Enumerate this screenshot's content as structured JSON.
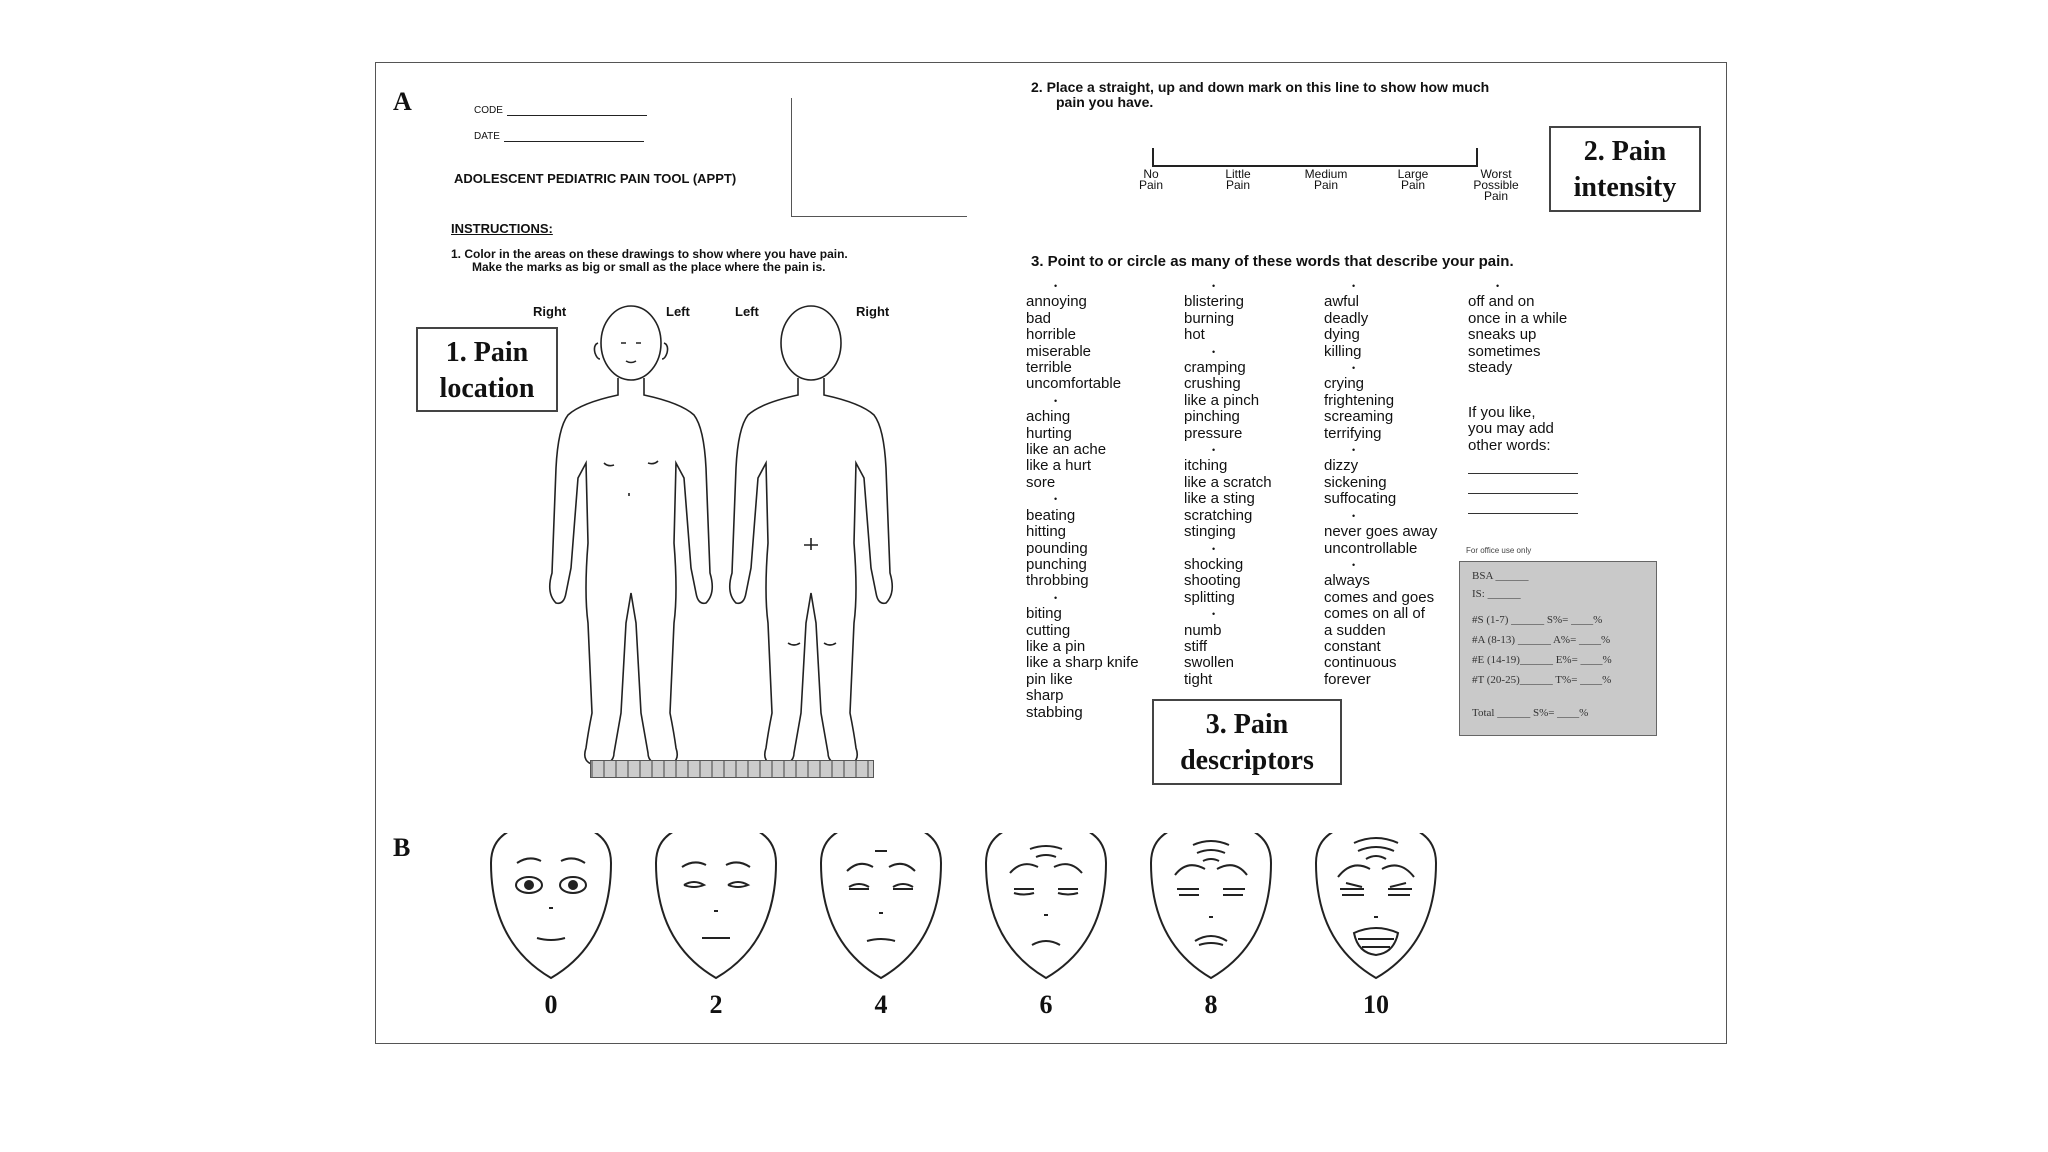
{
  "panel_a": {
    "label": "A",
    "code_label": "CODE",
    "date_label": "DATE",
    "title": "ADOLESCENT PEDIATRIC PAIN TOOL (APPT)",
    "instructions_heading": "INSTRUCTIONS:",
    "instruction_1_line1": "1.  Color in the areas on these drawings to show where you have pain.",
    "instruction_1_line2": "Make the marks as big or small as the place where the pain is.",
    "front_right": "Right",
    "front_left": "Left",
    "back_left": "Left",
    "back_right": "Right",
    "box_pain_location_line1": "1. Pain",
    "box_pain_location_line2": "location"
  },
  "intensity": {
    "q2_line1": "2.  Place a straight, up and down mark on this line to show how much",
    "q2_line2": "pain you have.",
    "labels": [
      [
        "No",
        "Pain"
      ],
      [
        "Little",
        "Pain"
      ],
      [
        "Medium",
        "Pain"
      ],
      [
        "Large",
        "Pain"
      ],
      [
        "Worst",
        "Possible",
        "Pain"
      ]
    ],
    "box_line1": "2. Pain",
    "box_line2": "intensity"
  },
  "descriptors": {
    "q3": "3.  Point to or circle as many of these words that describe your pain.",
    "col1": [
      "•",
      "annoying",
      "bad",
      "horrible",
      "miserable",
      "terrible",
      "uncomfortable",
      "•",
      "aching",
      "hurting",
      "like an ache",
      "like a hurt",
      "sore",
      "•",
      "beating",
      "hitting",
      "pounding",
      "punching",
      "throbbing",
      "•",
      "biting",
      "cutting",
      "like a pin",
      "like a sharp knife",
      "pin like",
      "sharp",
      "stabbing"
    ],
    "col2": [
      "•",
      "blistering",
      "burning",
      "hot",
      "•",
      "cramping",
      "crushing",
      "like a pinch",
      "pinching",
      "pressure",
      "•",
      "itching",
      "like a scratch",
      "like a sting",
      "scratching",
      "stinging",
      "•",
      "shocking",
      "shooting",
      "splitting",
      "•",
      "numb",
      "stiff",
      "swollen",
      "tight"
    ],
    "col3": [
      "•",
      "awful",
      "deadly",
      "dying",
      "killing",
      "•",
      "crying",
      "frightening",
      "screaming",
      "terrifying",
      "•",
      "dizzy",
      "sickening",
      "suffocating",
      "•",
      "never goes away",
      "uncontrollable",
      "•",
      "always",
      "comes and goes",
      "comes on all of",
      "  a sudden",
      "constant",
      "continuous",
      "forever"
    ],
    "col4": [
      "•",
      "off and on",
      "once in a while",
      "sneaks up",
      "sometimes",
      "steady"
    ],
    "add_words": [
      "If you like,",
      "you may add",
      "other words:"
    ],
    "office_caption": "For office use only",
    "office_rows": [
      "BSA ______",
      "IS: ______",
      "#S (1-7)  ______ S%= ____%",
      "#A (8-13) ______ A%= ____%",
      "#E (14-19)______ E%= ____%",
      "#T (20-25)______ T%= ____%",
      "Total       ______ S%= ____%"
    ],
    "box_line1": "3. Pain",
    "box_line2": "descriptors"
  },
  "panel_b": {
    "label": "B",
    "face_scores": [
      "0",
      "2",
      "4",
      "6",
      "8",
      "10"
    ]
  }
}
